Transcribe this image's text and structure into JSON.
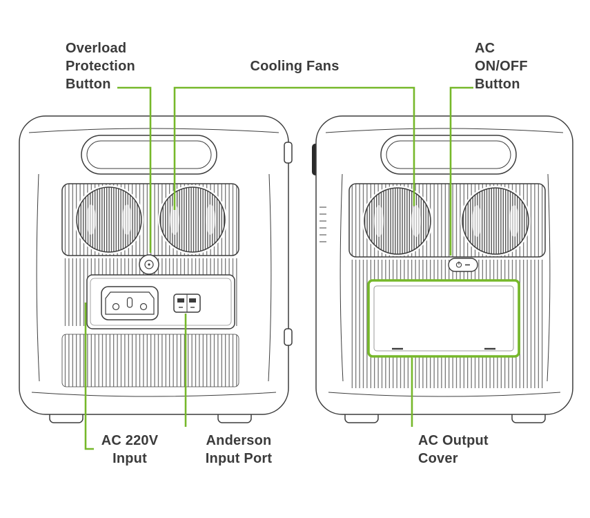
{
  "labels": {
    "overload_protection_button": "Overload\nProtection\nButton",
    "cooling_fans": "Cooling Fans",
    "ac_on_off_button": "AC\nON/OFF\nButton",
    "ac_220v_input": "AC 220V\nInput",
    "anderson_input_port": "Anderson\nInput Port",
    "ac_output_cover": "AC Output\nCover"
  },
  "colors": {
    "callout_green": "#76b82a",
    "line_dark": "#3c3c3c",
    "text": "#3b3b3b"
  }
}
